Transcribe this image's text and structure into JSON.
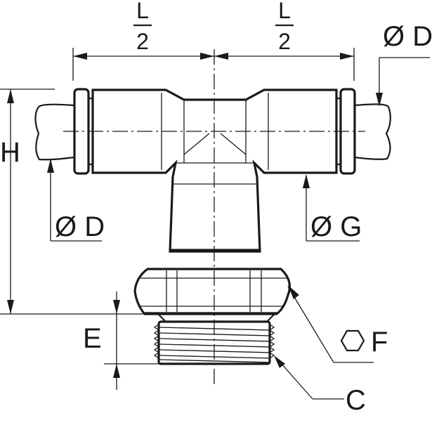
{
  "labels": {
    "half_length_left": {
      "numerator": "L",
      "denominator": "2"
    },
    "half_length_right": {
      "numerator": "L",
      "denominator": "2"
    },
    "tube_diameter_right": "Ø D",
    "tube_diameter_left": "Ø D",
    "height": "H",
    "body_diameter": "Ø G",
    "thread_length": "E",
    "hex_size": "F",
    "thread": "C"
  },
  "icons": {
    "hex_symbol": "hexagon-icon"
  }
}
